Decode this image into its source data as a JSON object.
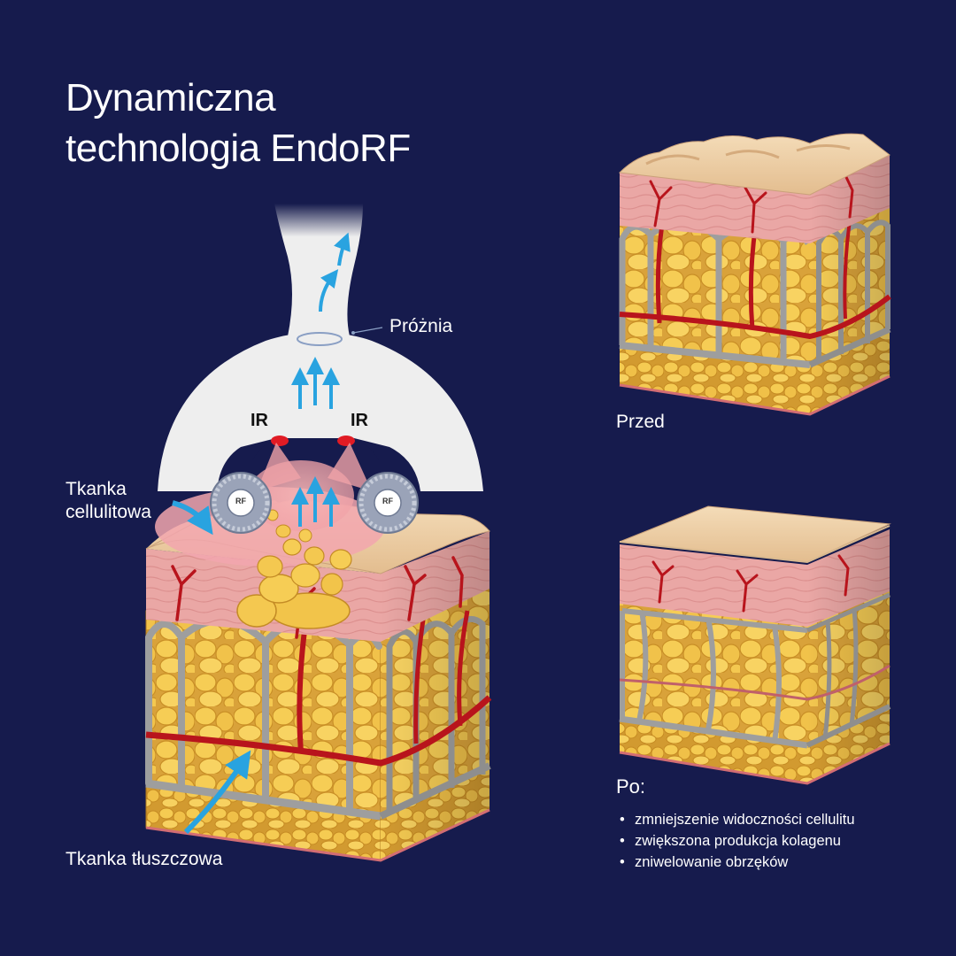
{
  "title": {
    "line1": "Dynamiczna",
    "line2": "technologia EndoRF"
  },
  "labels": {
    "vacuum": "Próżnia",
    "ir_left": "IR",
    "ir_right": "IR",
    "rf_left": "RF",
    "rf_right": "RF",
    "cellulite_line1": "Tkanka",
    "cellulite_line2": "cellulitowa",
    "fat": "Tkanka tłuszczowa",
    "before": "Przed",
    "after": "Po:"
  },
  "after_bullets": [
    "zmniejszenie widoczności cellulitu",
    "zwiększona produkcja kolagenu",
    "zniwelowanie obrzęków"
  ],
  "colors": {
    "background": "#161b4d",
    "applicator": "#eeeeee",
    "arrow": "#29a3e0",
    "skin": "#e8c49a",
    "dermis": "#e9a4a4",
    "fat": "#f2c44a",
    "septa": "#9e9e9e",
    "vessel": "#b8141c"
  }
}
